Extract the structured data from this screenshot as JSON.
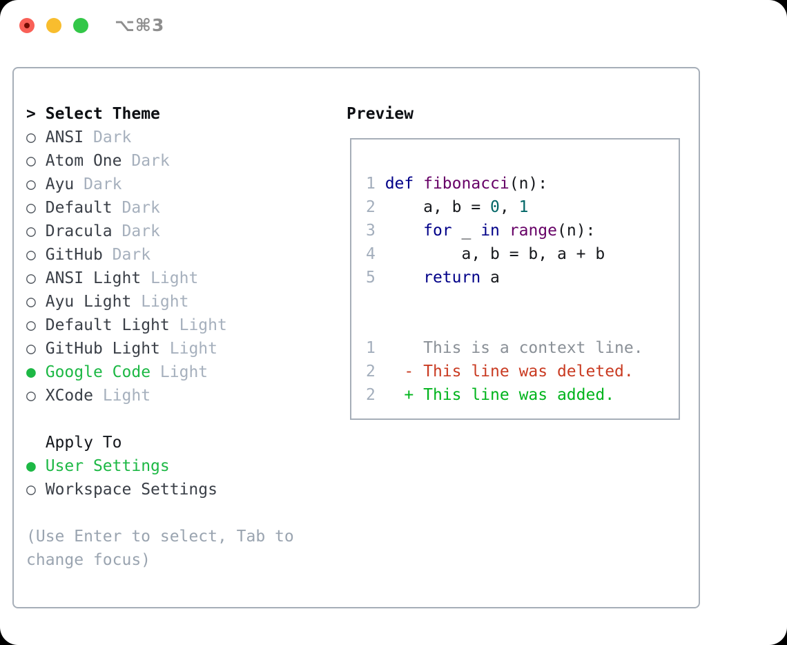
{
  "titlebar": {
    "shortcut": "⌥⌘3"
  },
  "theme_list": {
    "cursor": ">",
    "header": "Select Theme",
    "items": [
      {
        "name": "ANSI",
        "variant": "Dark",
        "selected": false
      },
      {
        "name": "Atom One",
        "variant": "Dark",
        "selected": false
      },
      {
        "name": "Ayu",
        "variant": "Dark",
        "selected": false
      },
      {
        "name": "Default",
        "variant": "Dark",
        "selected": false
      },
      {
        "name": "Dracula",
        "variant": "Dark",
        "selected": false
      },
      {
        "name": "GitHub",
        "variant": "Dark",
        "selected": false
      },
      {
        "name": "ANSI Light",
        "variant": "Light",
        "selected": false
      },
      {
        "name": "Ayu Light",
        "variant": "Light",
        "selected": false
      },
      {
        "name": "Default Light",
        "variant": "Light",
        "selected": false
      },
      {
        "name": "GitHub Light",
        "variant": "Light",
        "selected": false
      },
      {
        "name": "Google Code",
        "variant": "Light",
        "selected": true
      },
      {
        "name": "XCode",
        "variant": "Light",
        "selected": false
      }
    ]
  },
  "apply_to": {
    "header": "Apply To",
    "items": [
      {
        "name": "User Settings",
        "selected": true
      },
      {
        "name": "Workspace Settings",
        "selected": false
      }
    ]
  },
  "help_text": [
    "(Use Enter to select, Tab to",
    "change focus)"
  ],
  "preview": {
    "header": "Preview",
    "code_lines": [
      {
        "number": "1",
        "tokens": [
          [
            "def",
            "kw"
          ],
          [
            " ",
            "plain"
          ],
          [
            "fibonacci",
            "fn"
          ],
          [
            "(n):",
            "plain"
          ]
        ]
      },
      {
        "number": "2",
        "tokens": [
          [
            "    a, b = ",
            "plain"
          ],
          [
            "0",
            "num"
          ],
          [
            ", ",
            "plain"
          ],
          [
            "1",
            "num"
          ]
        ]
      },
      {
        "number": "3",
        "tokens": [
          [
            "    ",
            "plain"
          ],
          [
            "for",
            "kw"
          ],
          [
            " _ ",
            "plain"
          ],
          [
            "in",
            "kw"
          ],
          [
            " ",
            "plain"
          ],
          [
            "range",
            "fn"
          ],
          [
            "(n):",
            "plain"
          ]
        ]
      },
      {
        "number": "4",
        "tokens": [
          [
            "        a, b = b, a + b",
            "plain"
          ]
        ]
      },
      {
        "number": "5",
        "tokens": [
          [
            "    ",
            "plain"
          ],
          [
            "return",
            "kw"
          ],
          [
            " a",
            "plain"
          ]
        ]
      }
    ],
    "diff_lines": [
      {
        "number": "1",
        "sign": " ",
        "text": "This is a context line.",
        "type": "context"
      },
      {
        "number": "2",
        "sign": "-",
        "text": "This line was deleted.",
        "type": "deleted"
      },
      {
        "number": "2",
        "sign": "+",
        "text": "This line was added.",
        "type": "added"
      }
    ]
  },
  "colors": {
    "ui_selected_green": "#1db845",
    "keyword": "#000088",
    "function_name": "#660066",
    "number_literal": "#006666",
    "diff_added": "#00b41c",
    "diff_deleted": "#c93b22",
    "diff_context": "#8a9097",
    "line_number": "#a3aebc",
    "variant_label": "#a6b0bd",
    "panel_border": "#a6aeb8",
    "traffic_red": "#f96057",
    "traffic_yellow": "#f8bd2e",
    "traffic_green": "#33c748"
  }
}
